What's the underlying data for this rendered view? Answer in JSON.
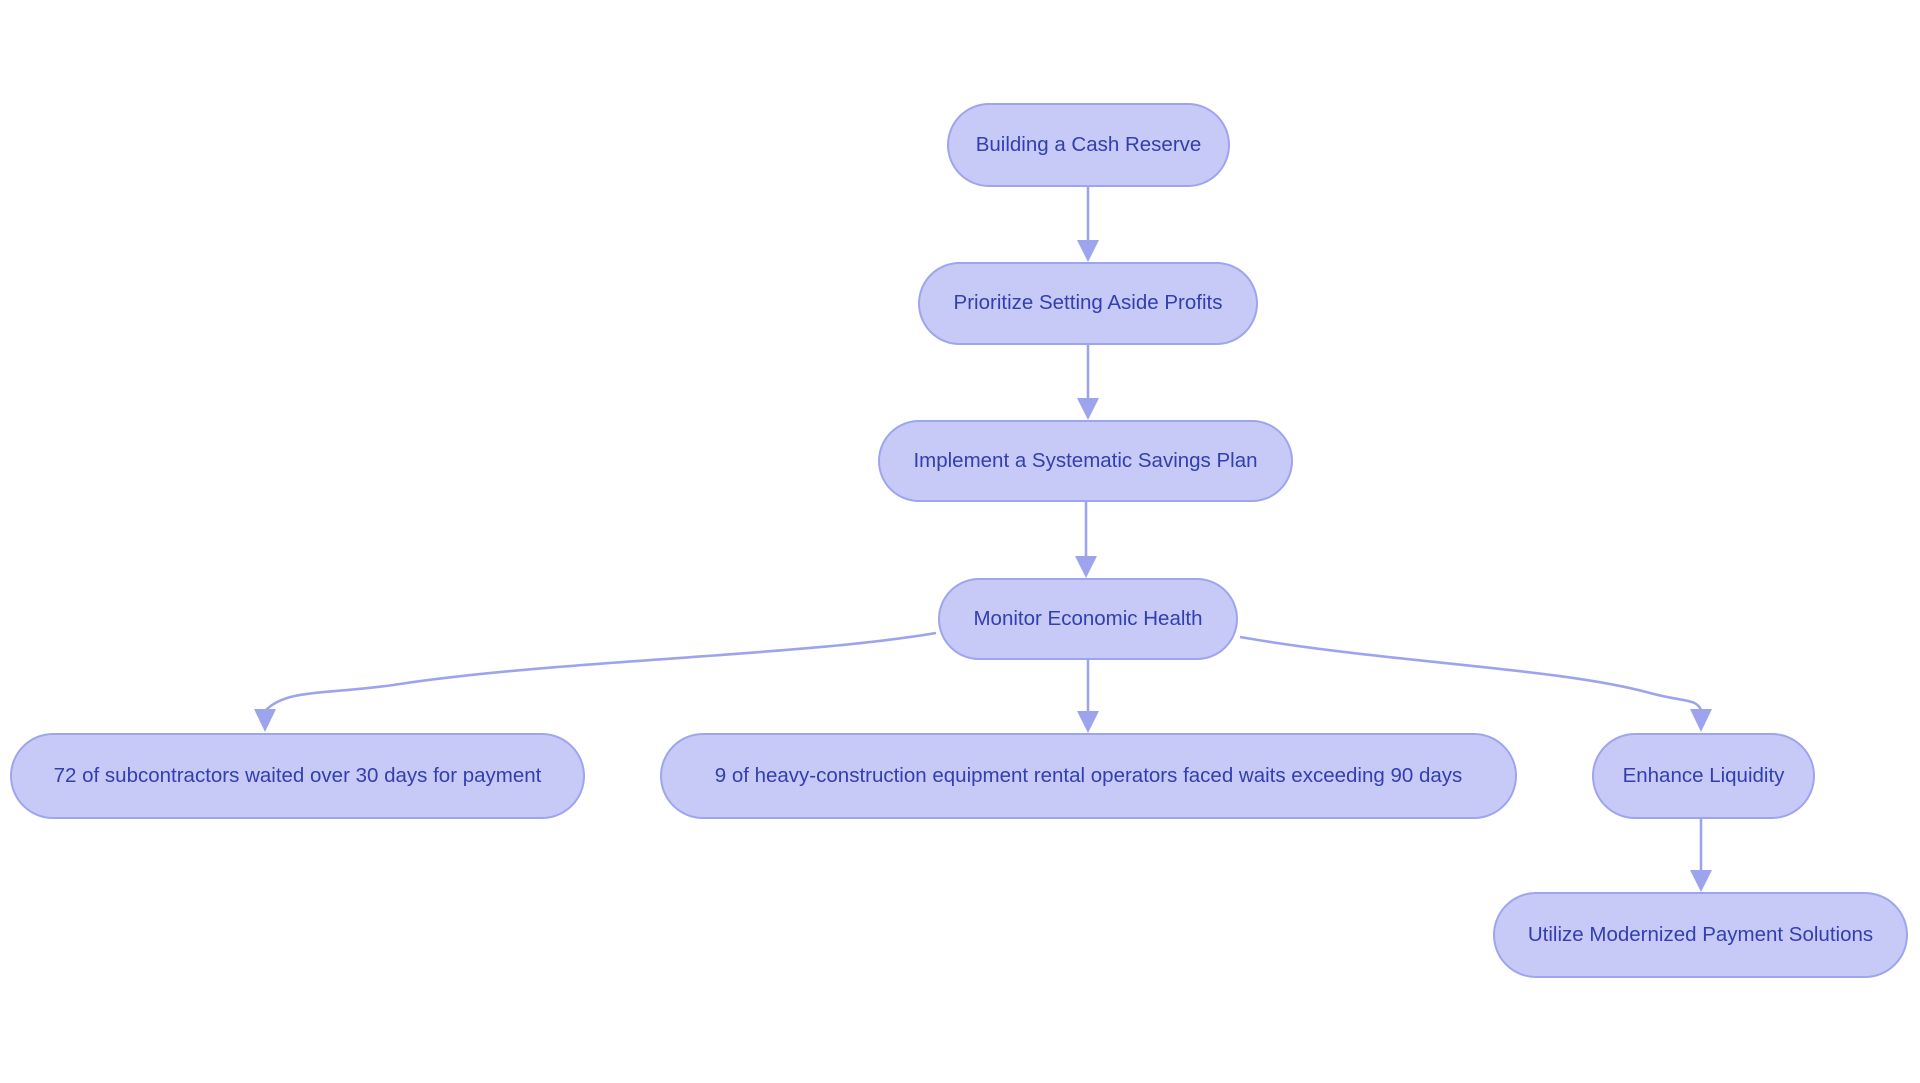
{
  "colors": {
    "background": "#ffffff",
    "node_fill": "#c7c9f7",
    "node_border": "#9ea5ee",
    "node_text": "#3240af",
    "connector": "#9da4ee"
  },
  "flowchart": {
    "nodes": [
      {
        "id": "building-cash-reserve",
        "label": "Building a Cash Reserve"
      },
      {
        "id": "prioritize-profits",
        "label": "Prioritize Setting Aside Profits"
      },
      {
        "id": "systematic-savings-plan",
        "label": "Implement a Systematic Savings Plan"
      },
      {
        "id": "monitor-economic-health",
        "label": "Monitor Economic Health"
      },
      {
        "id": "subcontractors-stat",
        "label": "72 of subcontractors waited over 30 days for payment"
      },
      {
        "id": "equipment-rental-stat",
        "label": "9 of heavy-construction equipment rental operators faced waits exceeding 90 days"
      },
      {
        "id": "enhance-liquidity",
        "label": "Enhance Liquidity"
      },
      {
        "id": "modernized-payments",
        "label": "Utilize Modernized Payment Solutions"
      }
    ],
    "edges": [
      {
        "from": "building-cash-reserve",
        "to": "prioritize-profits"
      },
      {
        "from": "prioritize-profits",
        "to": "systematic-savings-plan"
      },
      {
        "from": "systematic-savings-plan",
        "to": "monitor-economic-health"
      },
      {
        "from": "monitor-economic-health",
        "to": "subcontractors-stat"
      },
      {
        "from": "monitor-economic-health",
        "to": "equipment-rental-stat"
      },
      {
        "from": "monitor-economic-health",
        "to": "enhance-liquidity"
      },
      {
        "from": "enhance-liquidity",
        "to": "modernized-payments"
      }
    ]
  }
}
